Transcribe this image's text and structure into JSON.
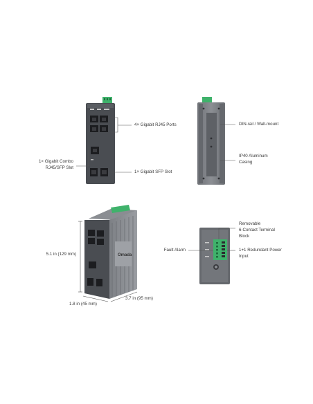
{
  "labels": {
    "rj45_ports": "4× Gigabit RJ45 Ports",
    "combo_line1": "1× Gigabit Combo",
    "combo_line2": "RJ45/SFP Slot",
    "sfp_slot": "1× Gigabit SFP Slot",
    "din_rail": "DIN-rail / Wall-mount",
    "aluminum_line1": "IP40 Aluminum",
    "aluminum_line2": "Casing",
    "height_dim": "5.1 in (129 mm)",
    "depth_dim": "1.8 in (45 mm)",
    "width_dim": "3.7 in (95 mm)",
    "terminal_line1": "Removable",
    "terminal_line2": "6-Contact Terminal",
    "terminal_line3": "Block",
    "fault_alarm": "Fault Alarm",
    "power_line1": "1+1 Redundant Power",
    "power_line2": "Input"
  },
  "brand": {
    "logo_text": "Omada"
  },
  "colors": {
    "body_dark": "#4a4d52",
    "body_side": "#7b7e83",
    "terminal_green": "#3fb26b",
    "leader_line": "#555555"
  }
}
